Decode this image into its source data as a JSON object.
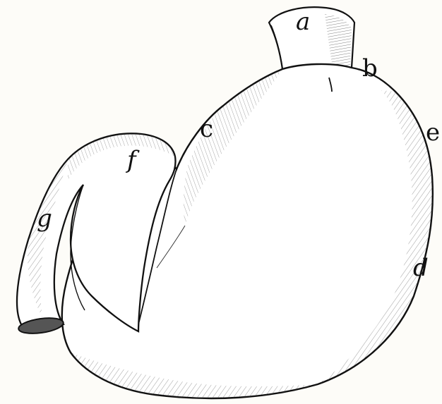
{
  "figure": {
    "labels": {
      "a": "a",
      "b": "b",
      "c": "c",
      "d": "d",
      "e": "e",
      "f": "f",
      "g": "g"
    },
    "colors": {
      "ink": "#111111",
      "paper": "#fdfcf8",
      "shade": "#3a3a3a"
    }
  }
}
